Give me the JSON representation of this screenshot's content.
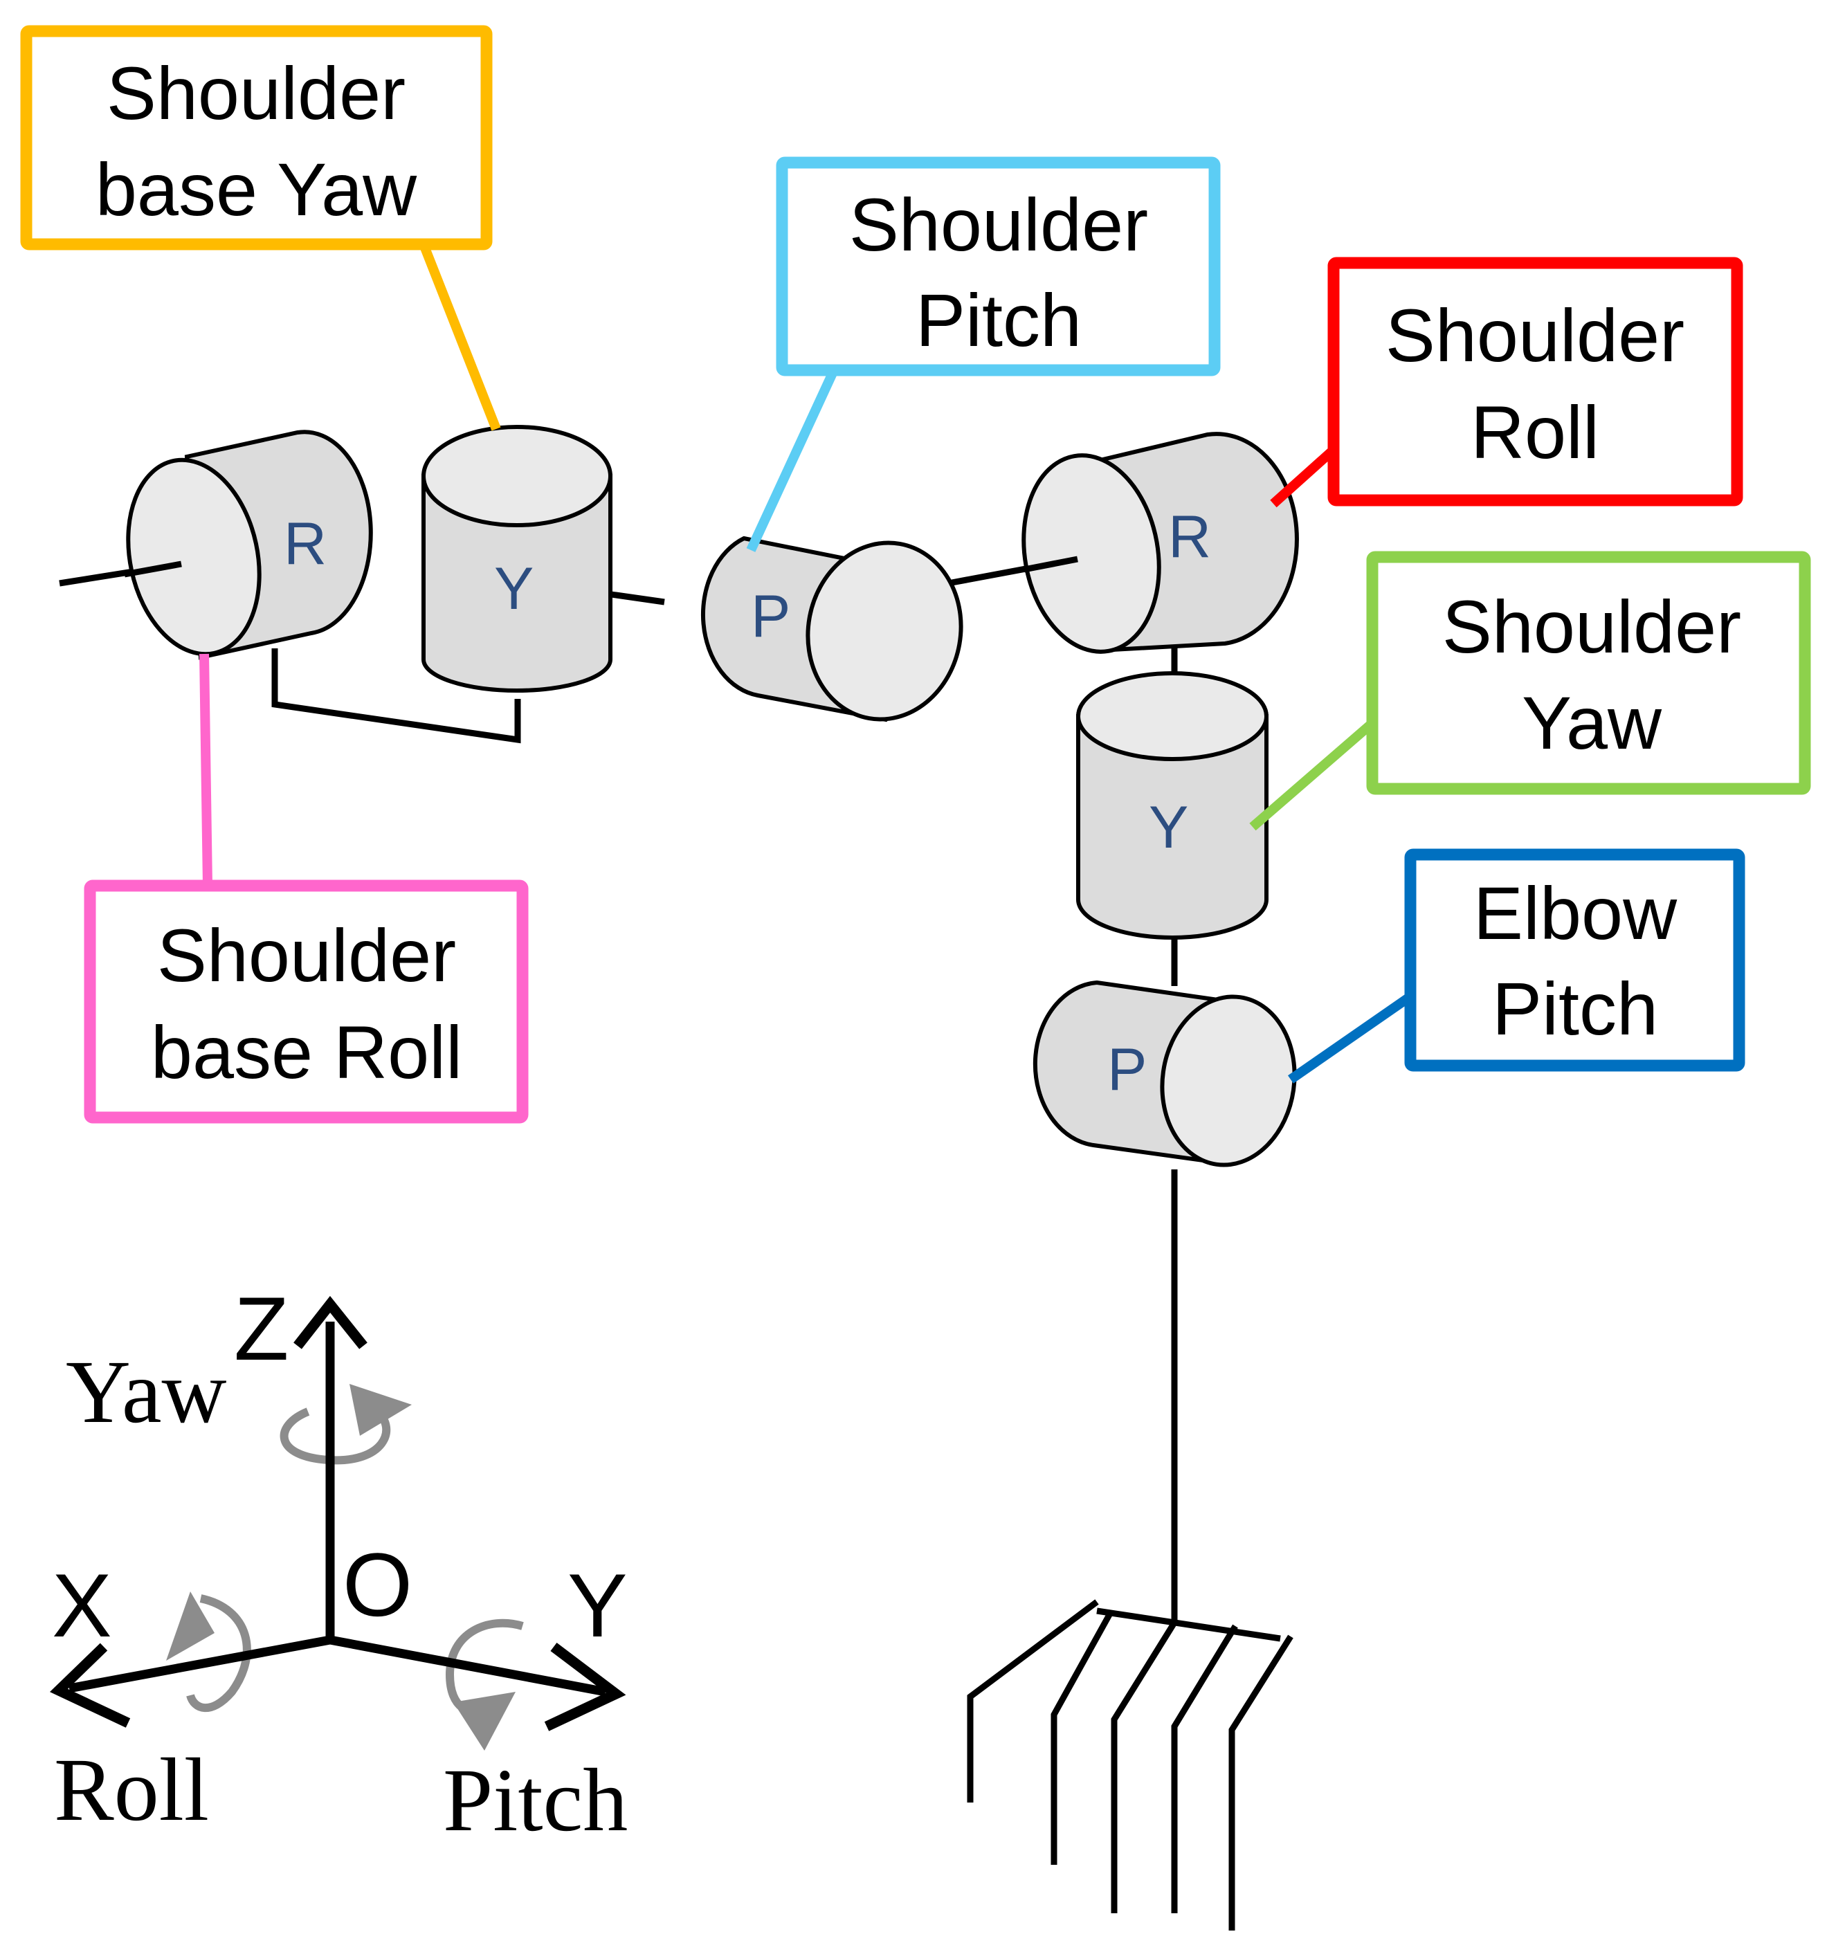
{
  "labels": {
    "shoulder_base_yaw": [
      "Shoulder",
      "base Yaw"
    ],
    "shoulder_pitch": [
      "Shoulder",
      "Pitch"
    ],
    "shoulder_roll": [
      "Shoulder",
      "Roll"
    ],
    "shoulder_yaw": [
      "Shoulder",
      "Yaw"
    ],
    "elbow_pitch": [
      "Elbow",
      "Pitch"
    ],
    "shoulder_base_roll": [
      "Shoulder",
      "base Roll"
    ]
  },
  "joints": {
    "base_roll": "R",
    "base_yaw": "Y",
    "shoulder_pitch": "P",
    "shoulder_roll": "R",
    "shoulder_yaw": "Y",
    "elbow_pitch": "P"
  },
  "axes": {
    "z": "Z",
    "x": "X",
    "y": "Y",
    "origin": "O",
    "yaw": "Yaw",
    "roll": "Roll",
    "pitch": "Pitch"
  },
  "colors": {
    "shoulder_base_yaw": "#ffbb00",
    "shoulder_pitch": "#5ccdf4",
    "shoulder_roll": "#ff0000",
    "shoulder_yaw": "#8dd14c",
    "elbow_pitch": "#0070c0",
    "shoulder_base_roll": "#ff66cc",
    "rotation_arrow": "#8c8c8c"
  }
}
